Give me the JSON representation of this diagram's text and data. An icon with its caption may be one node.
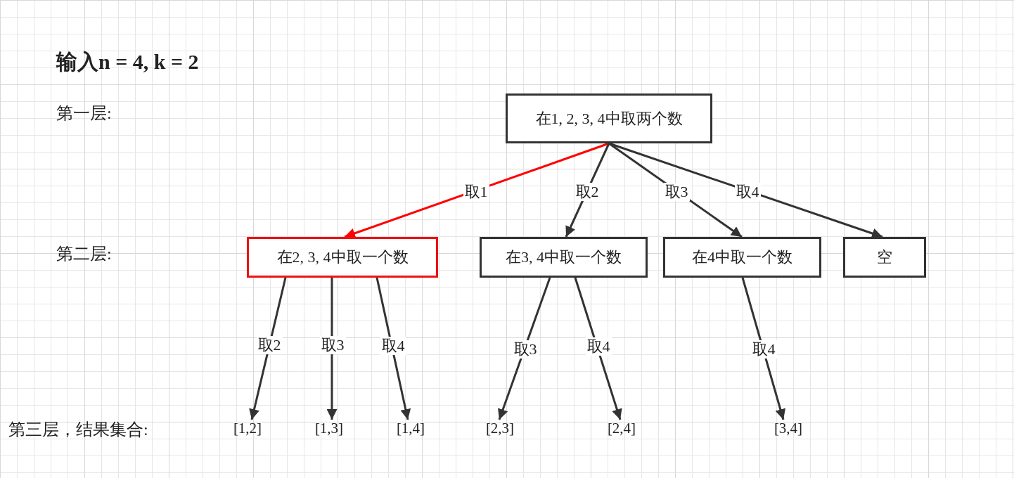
{
  "diagram": {
    "title": "输入n = 4, k = 2",
    "nodes": [
      {
        "text": [
          "在1, 2, 3, 4中取两个数"
        ]
      },
      {
        "text": [
          "在2, 3, 4中取一个数"
        ]
      },
      {
        "text": [
          "在3, 4中取一个数"
        ]
      },
      {
        "text": [
          "在4中取一个数"
        ]
      },
      {
        "text": [
          "空"
        ]
      },
      {
        "text": [
          "[1,2]"
        ]
      },
      {
        "text": [
          "[1,3]"
        ]
      },
      {
        "text": [
          "[1,4]"
        ]
      },
      {
        "text": [
          "[2,3]"
        ]
      },
      {
        "text": [
          "[2,4]"
        ]
      },
      {
        "text": [
          "[3,4]"
        ]
      }
    ],
    "edges": [
      {
        "from": 0,
        "to": 1,
        "arrow": "to",
        "label": "取1",
        "color": "#ff0000"
      },
      {
        "from": 0,
        "to": 2,
        "arrow": "to",
        "label": "取2"
      },
      {
        "from": 0,
        "to": 3,
        "arrow": "to",
        "label": "取3"
      },
      {
        "from": 0,
        "to": 4,
        "arrow": "to",
        "label": "取4"
      },
      {
        "from": 1,
        "to": 5,
        "arrow": "to",
        "label": "取2"
      },
      {
        "from": 1,
        "to": 6,
        "arrow": "to",
        "label": "取3"
      },
      {
        "from": 1,
        "to": 7,
        "arrow": "to",
        "label": "取4"
      },
      {
        "from": 2,
        "to": 8,
        "arrow": "to",
        "label": "取3"
      },
      {
        "from": 2,
        "to": 9,
        "arrow": "to",
        "label": "取4"
      },
      {
        "from": 3,
        "to": 10,
        "arrow": "to",
        "label": "取4"
      }
    ],
    "labels": [
      "第一层:",
      "第二层:",
      "第三层，结果集合:"
    ]
  }
}
